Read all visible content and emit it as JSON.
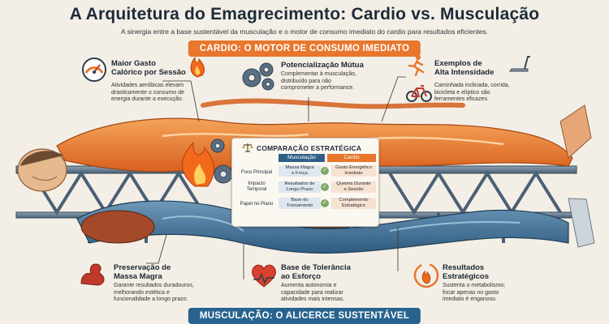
{
  "title": "A Arquitetura do Emagrecimento: Cardio vs. Musculação",
  "subtitle": "A sinergia entre a base sustentável da musculação e o motor de consumo imediato do cardio para resultados eficientes.",
  "banner_top": "CARDIO: O MOTOR DE CONSUMO IMEDIATO",
  "banner_bottom": "MUSCULAÇÃO: O ALICERCE SUSTENTÁVEL",
  "callouts": {
    "gasto": {
      "title_l1": "Maior Gasto",
      "title_l2": "Calórico por Sessão",
      "d1": "Atividades aeróbicas elevam",
      "d2": "drasticamente o consumo de",
      "d3": "energia durante a execução."
    },
    "potencializacao": {
      "title": "Potencialização Mútua",
      "d1": "Complementar à musculação,",
      "d2": "distribuído para não",
      "d3": "comprometer a performance."
    },
    "exemplos": {
      "title_l1": "Exemplos de",
      "title_l2": "Alta Intensidade",
      "d1": "Caminhada inclinada, corrida,",
      "d2": "bicicleta e elíptico são",
      "d3": "ferramentes eficazes."
    },
    "preservacao": {
      "title_l1": "Preservação de",
      "title_l2": "Massa Magra",
      "d1": "Garante resultados duradouros,",
      "d2": "melhorando estética e",
      "d3": "funcionalidade a longo prazo."
    },
    "tolerancia": {
      "title_l1": "Base de Tolerância",
      "title_l2": "ao Esforço",
      "d1": "Aumenta autonomia e",
      "d2": "capacidade para realizar",
      "d3": "atividades mais intensas."
    },
    "resultados": {
      "title_l1": "Resultados",
      "title_l2": "Estratégicos",
      "d1": "Sustenta o metabolismo;",
      "d2": "focar apenas no gasto",
      "d3": "imediato é enganoso."
    }
  },
  "comparison": {
    "title": "COMPARAÇÃO ESTRATÉGICA",
    "col_musculacao": "Musculação",
    "col_cardio": "Cardio",
    "rows": [
      {
        "label": "Foco Principal",
        "m1": "Massa Magra",
        "m2": "e Força",
        "c1": "Gasto Energético",
        "c2": "Imediato"
      },
      {
        "label_l1": "Impacto",
        "label_l2": "Temporal",
        "m1": "Resultados de",
        "m2": "Longo Prazo",
        "c1": "Queima Durante",
        "c2": "a Sessão"
      },
      {
        "label": "Papel no Plano",
        "m1": "Base do",
        "m2": "Treinamento",
        "c1": "Complemento",
        "c2": "Estratégico"
      }
    ]
  },
  "colors": {
    "cardio": "#e8762c",
    "musculacao": "#27638e",
    "background": "#f4efe6"
  },
  "icons": [
    "gauge-icon",
    "flame-icon",
    "gears-icon",
    "runner-icon",
    "treadmill-icon",
    "bicycle-icon",
    "flexed-arm-icon",
    "heart-pulse-icon",
    "metabolism-flame-icon",
    "balance-scale-icon",
    "check-icon"
  ]
}
